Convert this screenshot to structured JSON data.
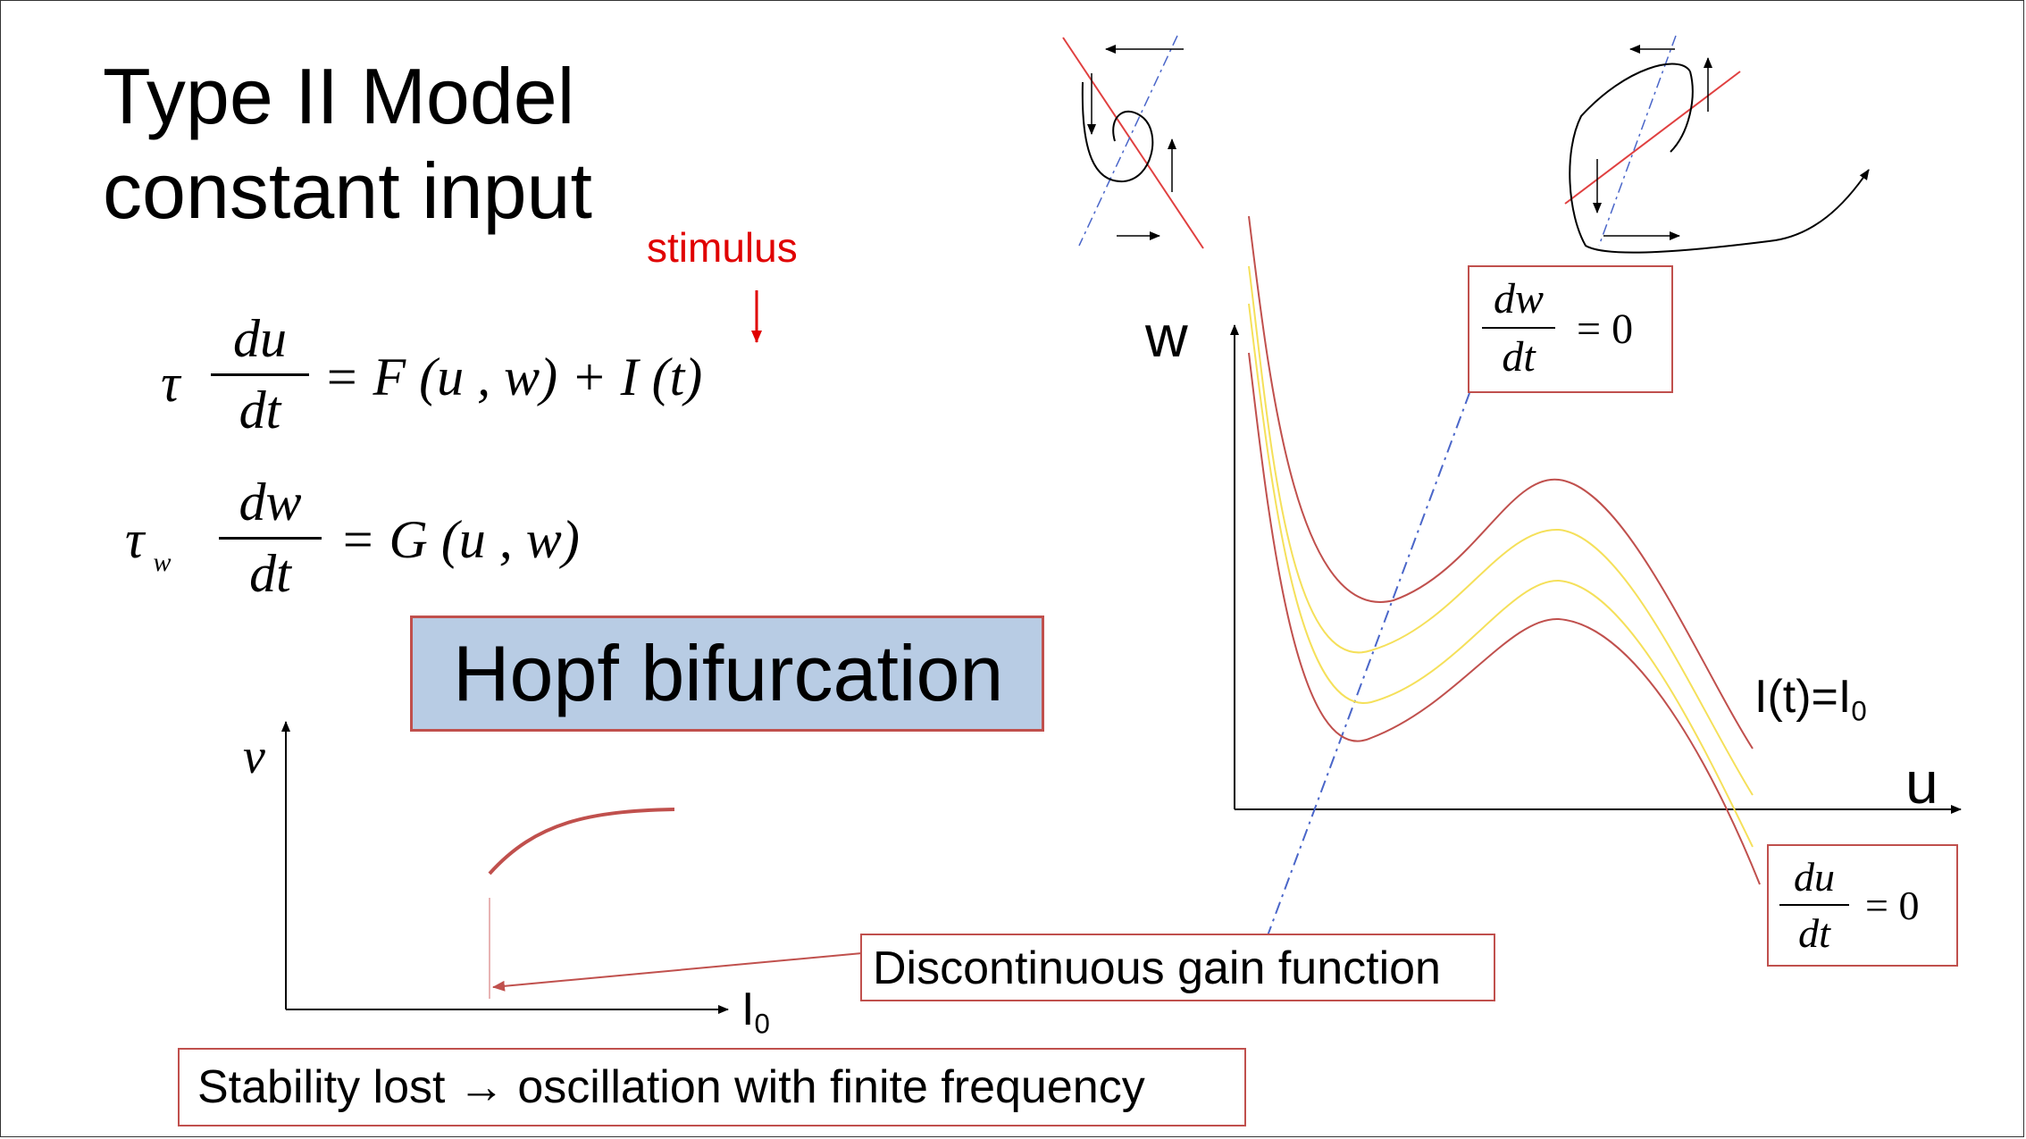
{
  "title_line1": "Type II Model",
  "title_line2": "constant input",
  "stimulus_label": "stimulus",
  "eq1": {
    "tau": "τ",
    "num": "du",
    "den": "dt",
    "rhs": "= F (u , w) + I (t)"
  },
  "eq2": {
    "tau": "τ",
    "sub": "w",
    "num": "dw",
    "den": "dt",
    "rhs": "= G (u , w)"
  },
  "hopf_label": "Hopf bifurcation",
  "gain_axes": {
    "y": "ν",
    "x": "I",
    "x_sub": "0"
  },
  "discontinuous_label": "Discontinuous gain function",
  "stability_label": "Stability lost → oscillation with finite frequency",
  "phase_axes": {
    "y": "w",
    "x": "u"
  },
  "input_label": "I(t)=I",
  "input_sub": "0",
  "w_nullcline": {
    "num": "dw",
    "den": "dt",
    "rhs": "= 0"
  },
  "u_nullcline": {
    "num": "du",
    "den": "dt",
    "rhs": "= 0"
  },
  "colors": {
    "red": "#c0504d",
    "yellow": "#f5e05a",
    "blue": "#4a66c9",
    "stim": "#e00000"
  }
}
